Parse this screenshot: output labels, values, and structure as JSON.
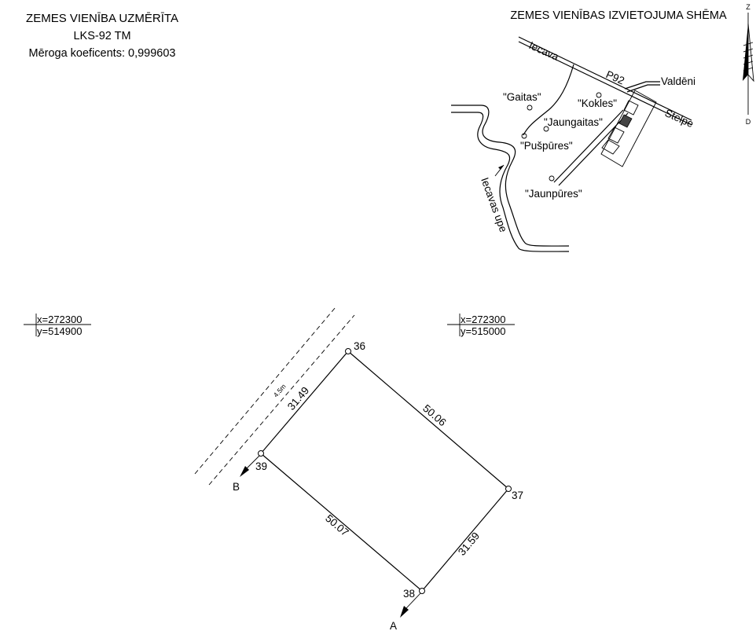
{
  "header": {
    "title": "ZEMES VIENĪBA UZMĒRĪTA",
    "system": "LKS-92 TM",
    "scale": "Mēroga koeficents: 0,999603"
  },
  "location_scheme": {
    "title": "ZEMES VIENĪBAS IZVIETOJUMA SHĒMA",
    "north_label": "Z",
    "south_label": "D",
    "labels": {
      "iecava": "Iecava",
      "p92": "P92",
      "valdeni": "Valdēni",
      "stelpe": "Stelpe",
      "gaitas": "\"Gaitas\"",
      "kokles": "\"Kokles\"",
      "jaungaitas": "\"Jaungaitas\"",
      "puspures": "\"Pušpūres\"",
      "jaunpures": "\"Jaunpūres\"",
      "river": "Iecavas upe"
    }
  },
  "grid_marks": [
    {
      "x": "x=272300",
      "y": "y=514900"
    },
    {
      "x": "x=272300",
      "y": "y=515000"
    }
  ],
  "parcel": {
    "points": [
      "36",
      "37",
      "38",
      "39"
    ],
    "distances": {
      "d36_37": "50.06",
      "d37_38": "31.59",
      "d38_39": "50.07",
      "d39_36": "31.49"
    },
    "road_width": "4.5m",
    "arrow_a": "A",
    "arrow_b": "B"
  }
}
